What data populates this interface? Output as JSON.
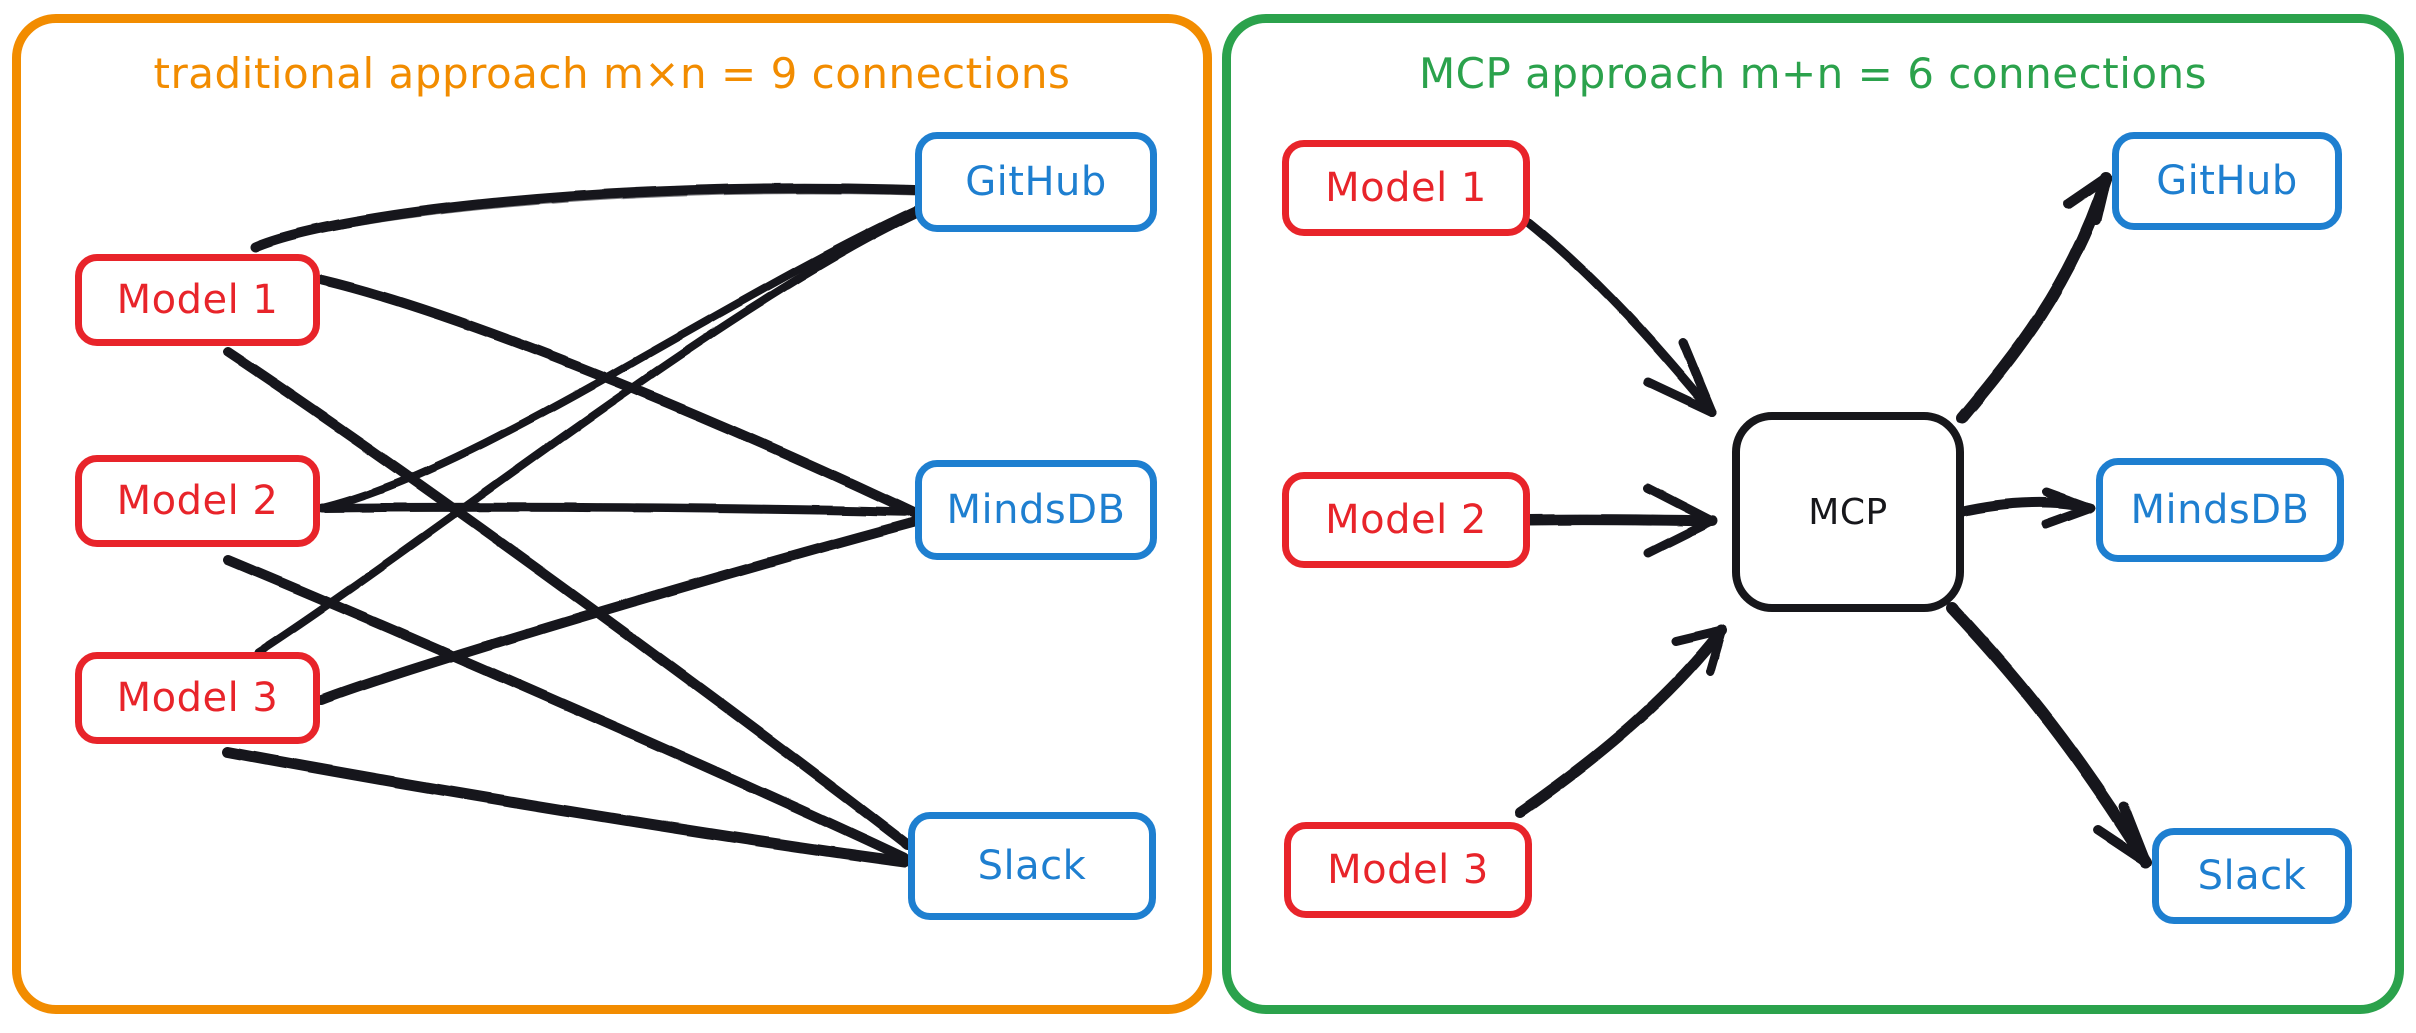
{
  "panels": [
    {
      "id": "traditional",
      "title": "traditional approach m×n = 9 connections",
      "accent": "#F28C00"
    },
    {
      "id": "mcp",
      "title": "MCP approach m+n = 6 connections",
      "accent": "#2BA24C"
    }
  ],
  "left_panel": {
    "models": [
      {
        "label": "Model 1"
      },
      {
        "label": "Model 2"
      },
      {
        "label": "Model 3"
      }
    ],
    "tools": [
      {
        "label": "GitHub"
      },
      {
        "label": "MindsDB"
      },
      {
        "label": "Slack"
      }
    ],
    "connection_count": 9
  },
  "right_panel": {
    "models": [
      {
        "label": "Model 1"
      },
      {
        "label": "Model 2"
      },
      {
        "label": "Model 3"
      }
    ],
    "hub": {
      "label": "MCP"
    },
    "tools": [
      {
        "label": "GitHub"
      },
      {
        "label": "MindsDB"
      },
      {
        "label": "Slack"
      }
    ],
    "connection_count": 6
  },
  "colors": {
    "model_border": "#E8242A",
    "tool_border": "#1E7FD0",
    "hub_border": "#17171B",
    "edge": "#17171B",
    "traditional_accent": "#F28C00",
    "mcp_accent": "#2BA24C",
    "background": "#FFFFFF"
  },
  "chart_data": {
    "type": "diagram",
    "title": "MCP vs traditional integration connection scaling",
    "panels": [
      {
        "name": "traditional approach m×n = 9 connections",
        "sources": [
          "Model 1",
          "Model 2",
          "Model 3"
        ],
        "targets": [
          "GitHub",
          "MindsDB",
          "Slack"
        ],
        "edges": [
          [
            "Model 1",
            "GitHub"
          ],
          [
            "Model 1",
            "MindsDB"
          ],
          [
            "Model 1",
            "Slack"
          ],
          [
            "Model 2",
            "GitHub"
          ],
          [
            "Model 2",
            "MindsDB"
          ],
          [
            "Model 2",
            "Slack"
          ],
          [
            "Model 3",
            "GitHub"
          ],
          [
            "Model 3",
            "MindsDB"
          ],
          [
            "Model 3",
            "Slack"
          ]
        ],
        "edge_count": 9,
        "directed": false
      },
      {
        "name": "MCP approach m+n = 6 connections",
        "sources": [
          "Model 1",
          "Model 2",
          "Model 3"
        ],
        "hub": "MCP",
        "targets": [
          "GitHub",
          "MindsDB",
          "Slack"
        ],
        "edges": [
          [
            "Model 1",
            "MCP"
          ],
          [
            "Model 2",
            "MCP"
          ],
          [
            "Model 3",
            "MCP"
          ],
          [
            "MCP",
            "GitHub"
          ],
          [
            "MCP",
            "MindsDB"
          ],
          [
            "MCP",
            "Slack"
          ]
        ],
        "edge_count": 6,
        "directed": true
      }
    ]
  }
}
